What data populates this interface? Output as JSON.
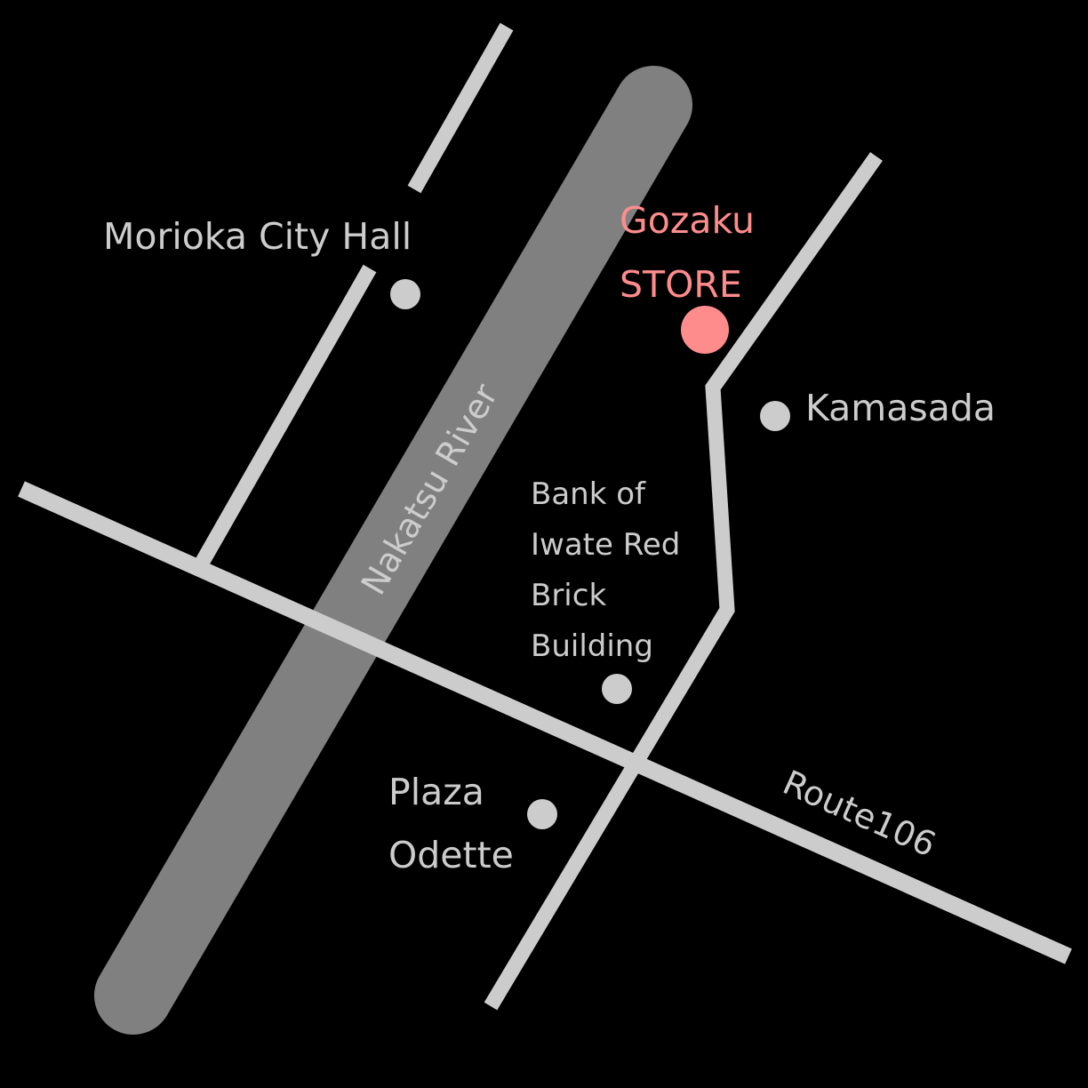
{
  "map": {
    "colors": {
      "background": "#000000",
      "road": "#cccccc",
      "river": "#808080",
      "river_label": "#d9d9d9",
      "landmark": "#cccccc",
      "store": "#ff8c8c"
    },
    "river": {
      "label": "Nakatsu River"
    },
    "route": {
      "label": "Route106"
    },
    "store": {
      "line1": "Gozaku",
      "line2": "STORE"
    },
    "landmarks": {
      "city_hall": {
        "label": "Morioka City Hall"
      },
      "kamasada": {
        "label": "Kamasada"
      },
      "bank": {
        "line1": "Bank of",
        "line2": "Iwate Red",
        "line3": "Brick",
        "line4": "Building"
      },
      "plaza": {
        "line1": "Plaza",
        "line2": "Odette"
      }
    }
  }
}
